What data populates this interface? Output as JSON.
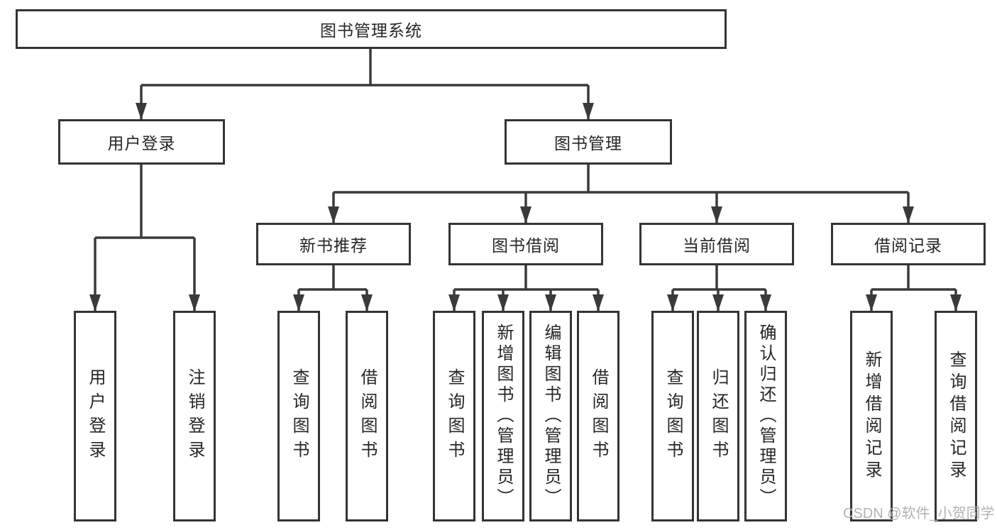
{
  "tree": {
    "label": "图书管理系统",
    "children": [
      {
        "label": "用户登录",
        "children": [
          {
            "label": "用户登录"
          },
          {
            "label": "注销登录"
          }
        ]
      },
      {
        "label": "图书管理",
        "children": [
          {
            "label": "新书推荐",
            "children": [
              {
                "label": "查询图书"
              },
              {
                "label": "借阅图书"
              }
            ]
          },
          {
            "label": "图书借阅",
            "children": [
              {
                "label": "查询图书"
              },
              {
                "label": "新增图书（管理员）"
              },
              {
                "label": "编辑图书（管理员）"
              },
              {
                "label": "借阅图书"
              }
            ]
          },
          {
            "label": "当前借阅",
            "children": [
              {
                "label": "查询图书"
              },
              {
                "label": "归还图书"
              },
              {
                "label": "确认归还（管理员）"
              }
            ]
          },
          {
            "label": "借阅记录",
            "children": [
              {
                "label": "新增借阅记录"
              },
              {
                "label": "查询借阅记录"
              }
            ]
          }
        ]
      }
    ]
  },
  "watermark": {
    "text": "CSDN @软件_小贺同学"
  },
  "colors": {
    "line": "#3a3a3a",
    "box_border": "#343434",
    "box_fill": "#ffffff",
    "text": "#262626",
    "watermark": "#b2b2b2",
    "background": "#ffffff"
  }
}
